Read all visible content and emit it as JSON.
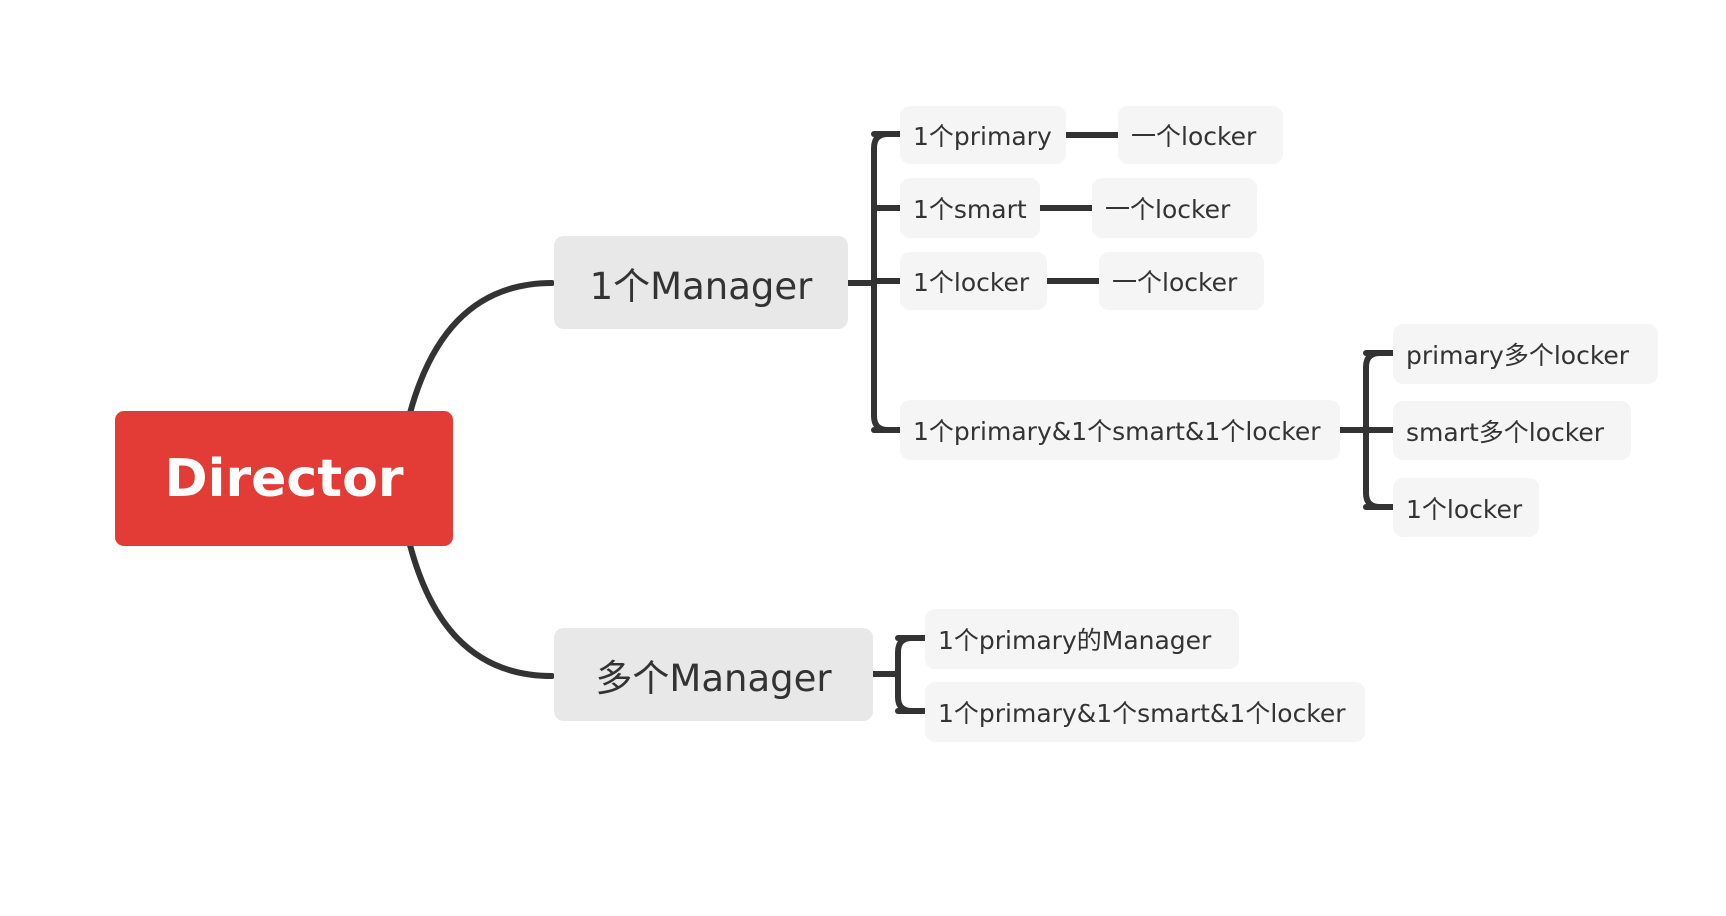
{
  "mindmap": {
    "root": {
      "label": "Director",
      "color": "#e33b36"
    },
    "branches": [
      {
        "label": "1个Manager",
        "children": [
          {
            "label": "1个primary",
            "children": [
              {
                "label": "一个locker"
              }
            ]
          },
          {
            "label": "1个smart",
            "children": [
              {
                "label": "一个locker"
              }
            ]
          },
          {
            "label": "1个locker",
            "children": [
              {
                "label": "一个locker"
              }
            ]
          },
          {
            "label": "1个primary&1个smart&1个locker",
            "children": [
              {
                "label": "primary多个locker"
              },
              {
                "label": "smart多个locker"
              },
              {
                "label": "1个locker"
              }
            ]
          }
        ]
      },
      {
        "label": "多个Manager",
        "children": [
          {
            "label": "1个primary的Manager"
          },
          {
            "label": "1个primary&1个smart&1个locker"
          }
        ]
      }
    ],
    "colors": {
      "connector": "#333333",
      "main_bg": "#e8e8e8",
      "sub_bg": "#f5f5f5",
      "text": "#333333"
    }
  }
}
